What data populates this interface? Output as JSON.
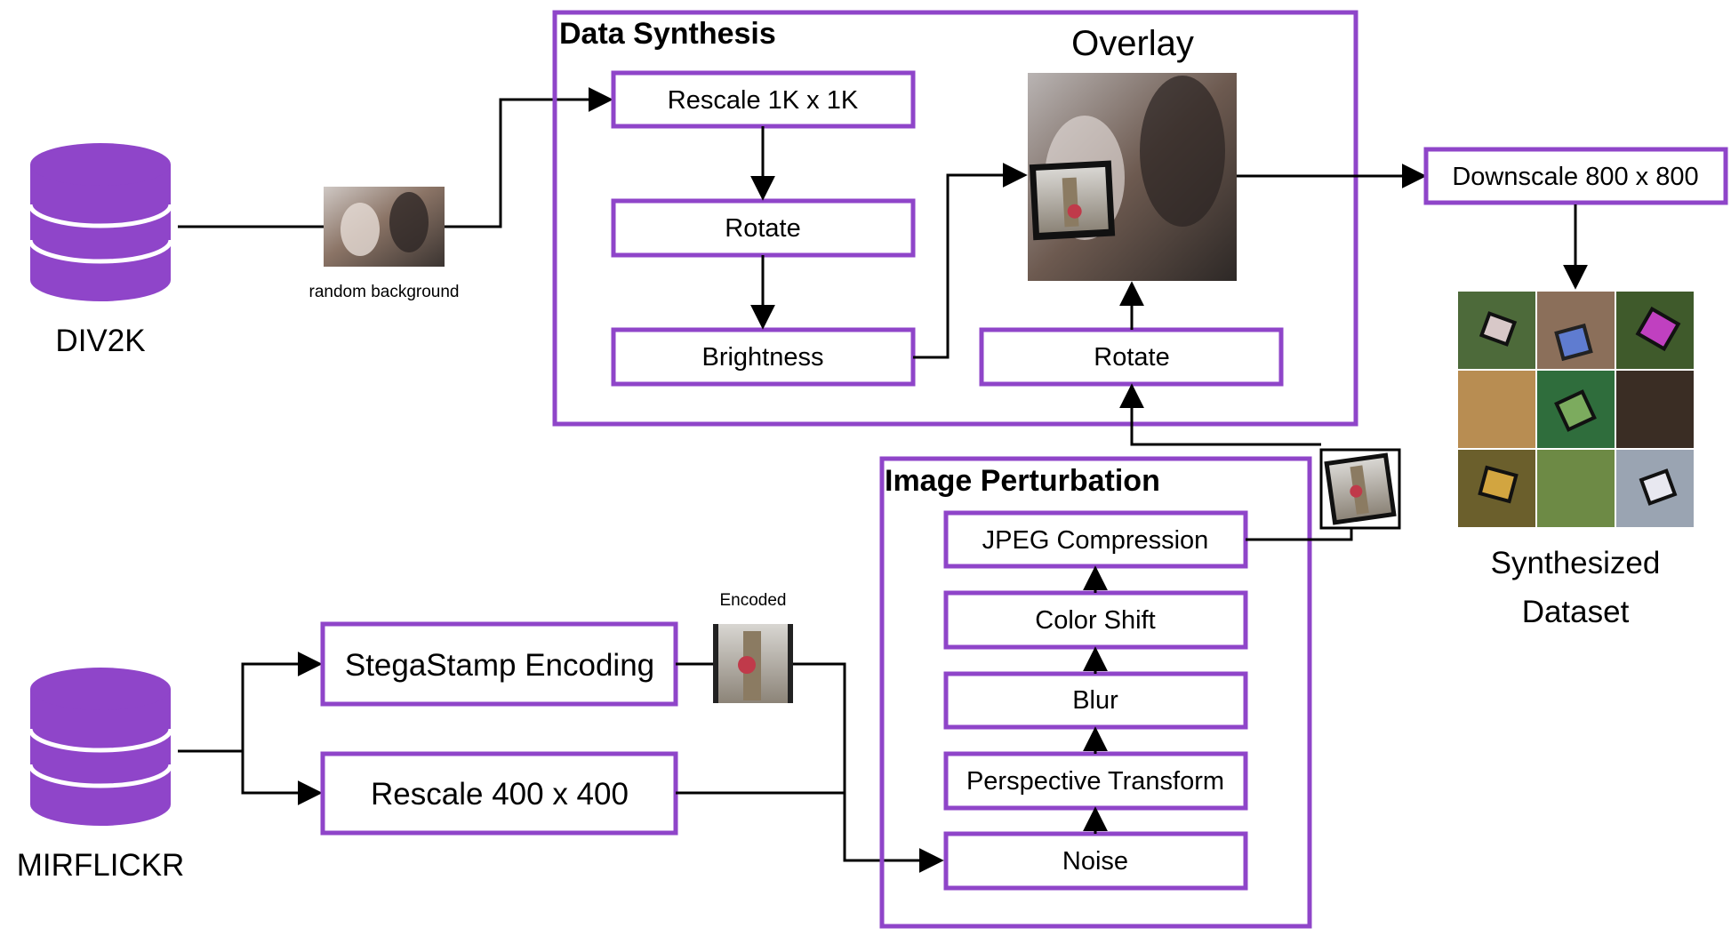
{
  "colors": {
    "accent": "#8f45c9",
    "line": "#000000"
  },
  "databases": {
    "div2k": "DIV2K",
    "mirflickr": "MIRFLICKR"
  },
  "labels": {
    "random_background": "random background",
    "encoded": "Encoded"
  },
  "data_synthesis": {
    "title": "Data Synthesis",
    "rescale": "Rescale 1K x 1K",
    "rotate": "Rotate",
    "brightness": "Brightness",
    "overlay": "Overlay",
    "rotate_overlay": "Rotate"
  },
  "image_perturbation": {
    "title": "Image Perturbation",
    "steps": [
      "JPEG Compression",
      "Color Shift",
      "Blur",
      "Perspective Transform",
      "Noise"
    ]
  },
  "mirflickr_branch": {
    "stegastamp": "StegaStamp Encoding",
    "rescale": "Rescale 400 x 400"
  },
  "downscale": "Downscale 800 x 800",
  "result": {
    "line1": "Synthesized",
    "line2": "Dataset"
  }
}
